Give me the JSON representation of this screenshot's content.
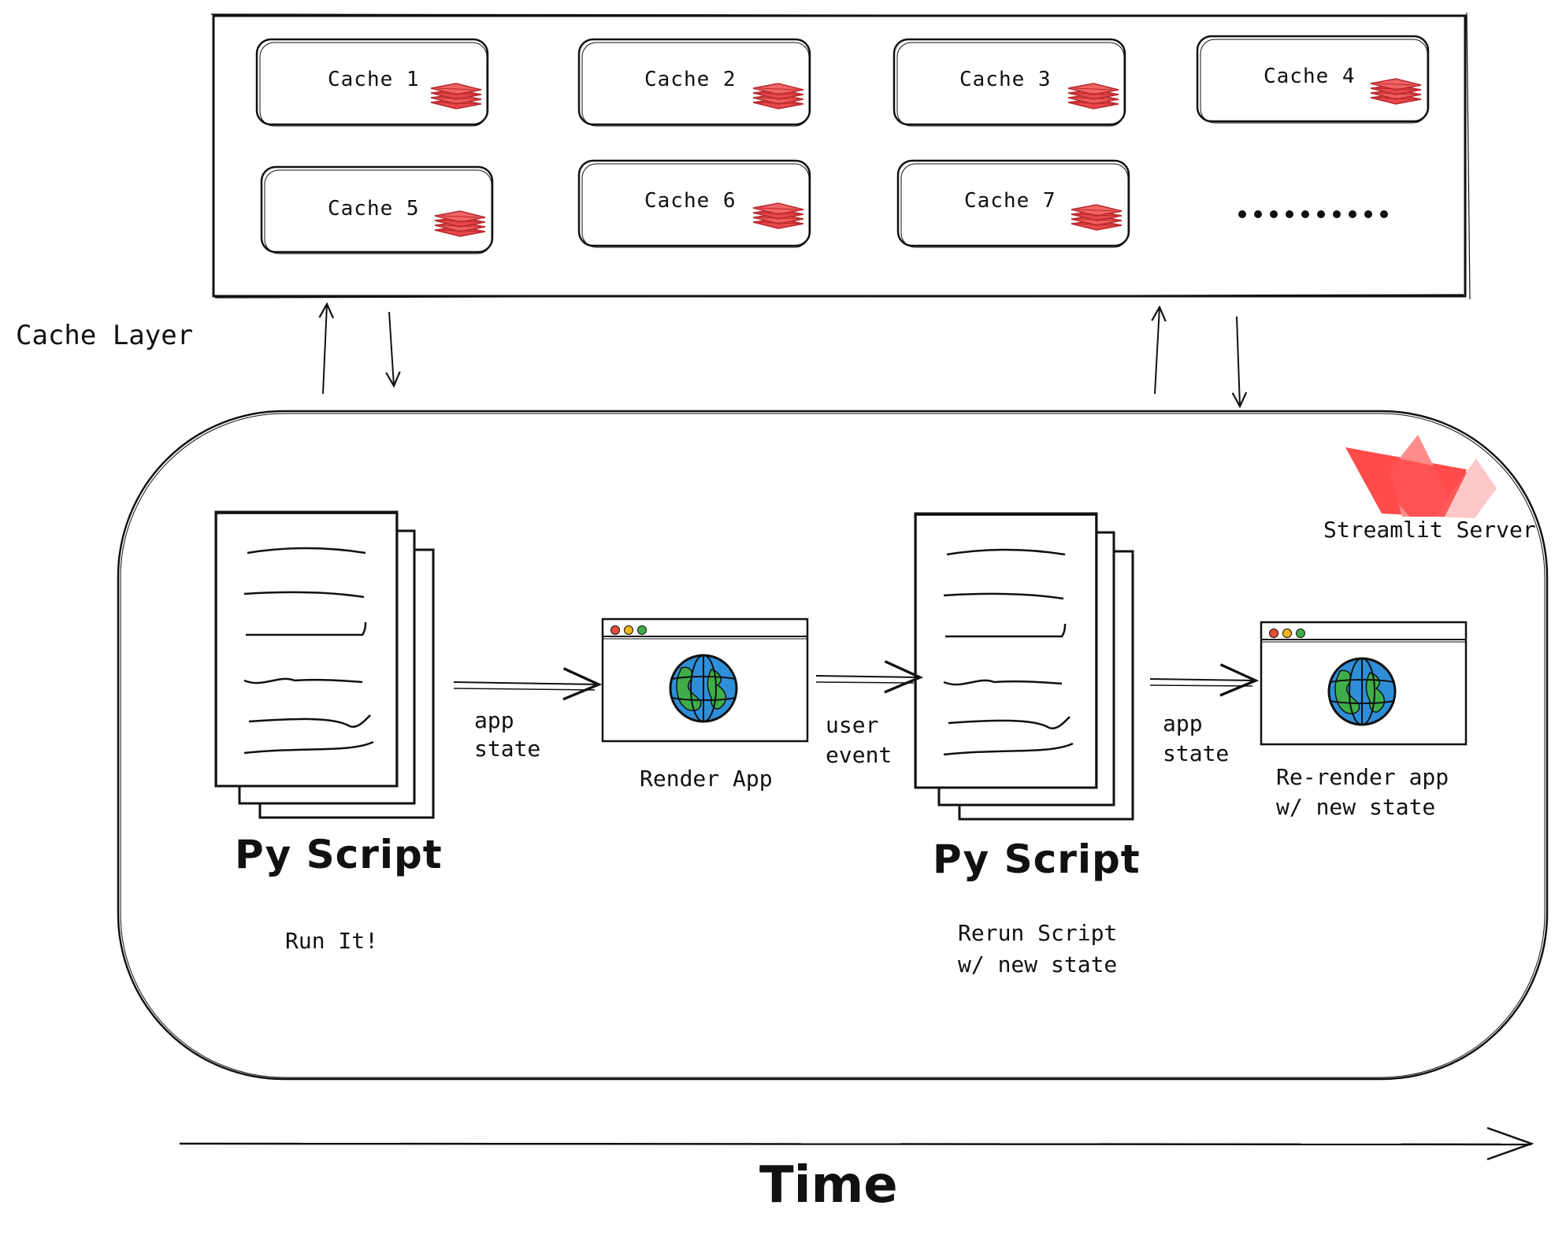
{
  "cache_layer": {
    "label": "Cache Layer",
    "items": [
      "Cache 1",
      "Cache 2",
      "Cache 3",
      "Cache 4",
      "Cache 5",
      "Cache 6",
      "Cache 7"
    ],
    "more": "........."
  },
  "server": {
    "label": "Streamlit Server",
    "logo_icon": "streamlit-boat-icon",
    "script1": {
      "title": "Py Script",
      "caption": "Run It!"
    },
    "arrow1": {
      "line1": "app",
      "line2": "state"
    },
    "render1": {
      "caption": "Render App"
    },
    "arrow2": {
      "line1": "user",
      "line2": "event"
    },
    "script2": {
      "title": "Py Script",
      "caption_line1": "Rerun Script",
      "caption_line2": "w/ new state"
    },
    "arrow3": {
      "line1": "app",
      "line2": "state"
    },
    "render2": {
      "caption_line1": "Re-render app",
      "caption_line2": "w/ new state"
    }
  },
  "time_label": "Time",
  "colors": {
    "accent": "#ff4b4b",
    "stack": "#e8474a",
    "globe_blue": "#2e8fd8",
    "globe_green": "#3fae49"
  }
}
